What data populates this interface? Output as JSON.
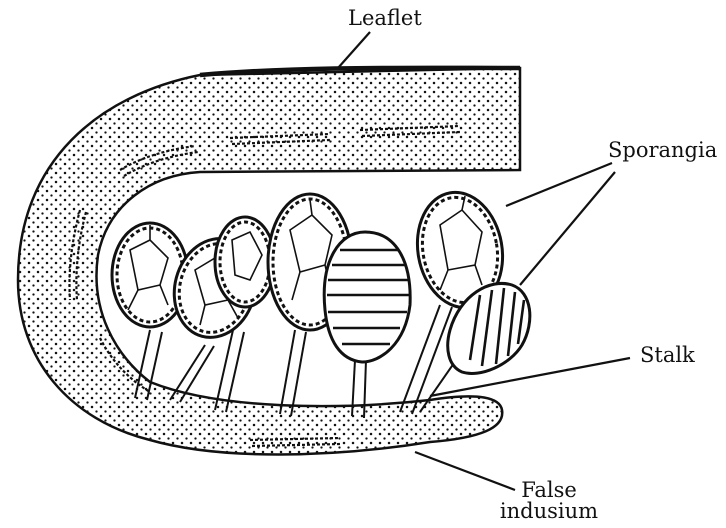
{
  "labels": {
    "leaflet": "Leaflet",
    "sporangia": "Sporangia",
    "stalk": "Stalk",
    "false_indusium_line1": "False",
    "false_indusium_line2": "indusium"
  },
  "colors": {
    "ink": "#111111",
    "paper": "#ffffff"
  }
}
